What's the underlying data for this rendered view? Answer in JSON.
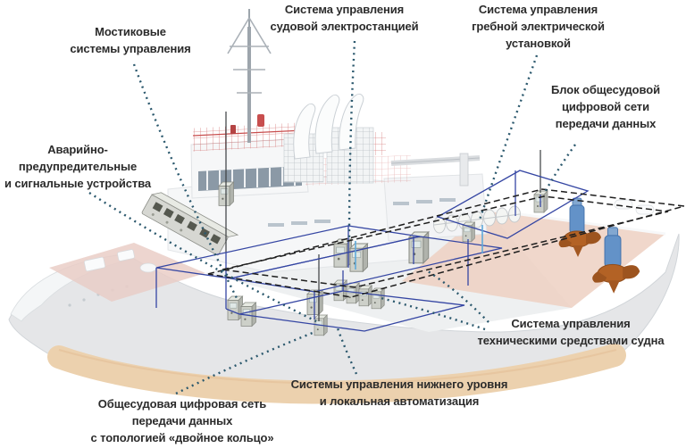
{
  "diagram": {
    "subject": "ship-automation-network-diagram"
  },
  "labels": {
    "bridge": {
      "lines": [
        "Мостиковые",
        "системы управления"
      ]
    },
    "power_plant": {
      "lines": [
        "Система управления",
        "судовой электростанцией"
      ]
    },
    "propulsion": {
      "lines": [
        "Система управления",
        "гребной электрической",
        "установкой"
      ]
    },
    "network_block": {
      "lines": [
        "Блок общесудовой",
        "цифровой сети",
        "передачи данных"
      ]
    },
    "alarm": {
      "lines": [
        "Аварийно-",
        "предупредительные",
        "и сигнальные устройства"
      ]
    },
    "tech_means": {
      "lines": [
        "Система управления",
        "техническими средствами судна"
      ]
    },
    "lower_level": {
      "lines": [
        "Системы управления нижнего уровня",
        "и локальная автоматизация"
      ]
    },
    "ring_network": {
      "lines": [
        "Общесудовая цифровая сеть",
        "передачи данных",
        "с топологией «двойное кольцо»"
      ]
    }
  },
  "colors": {
    "label_text": "#2b2b2b",
    "leader_dots": "#2b586d",
    "network_blue": "#3546a3",
    "ring_black": "#1e1e1e",
    "hull_gray": "#e4e6e8",
    "hull_bottom_tan": "#ecd0ab",
    "deck_salmon": "#edcfc0",
    "superstructure_white": "#f6f7f8",
    "railing_red": "#c64747",
    "thruster_blue": "#5d8ec6",
    "propeller_bronze": "#b05c1d",
    "cabinet_gray": "#cdd0c9"
  }
}
